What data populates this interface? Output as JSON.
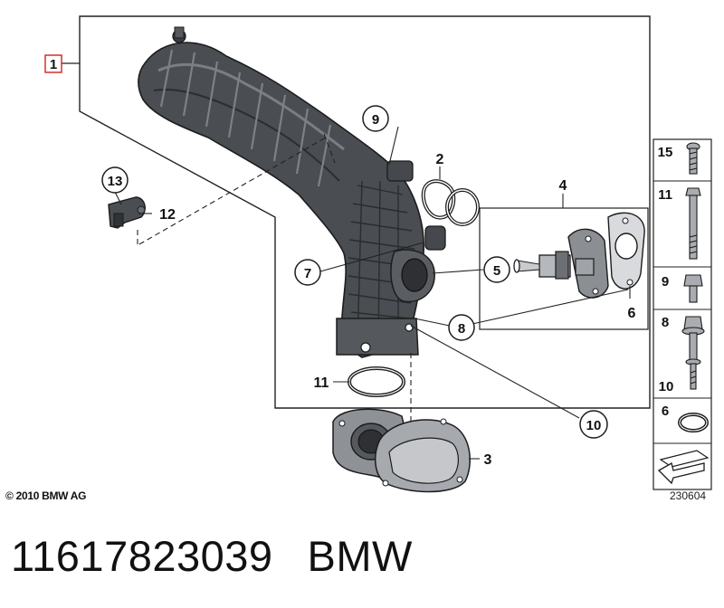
{
  "diagram": {
    "main_label": "1",
    "callouts": {
      "c2": "2",
      "c3": "3",
      "c4": "4",
      "c5": "5",
      "c6": "6",
      "c7": "7",
      "c8": "8",
      "c9": "9",
      "c10": "10",
      "c11": "11",
      "c12": "12",
      "c13": "13"
    },
    "side_panel": [
      {
        "label": "15",
        "part": "screw"
      },
      {
        "label": "11",
        "part": "bolt"
      },
      {
        "label": "9",
        "part": "hex-bolt"
      },
      {
        "label": "8",
        "part": "flange-bolt"
      },
      {
        "label": "10",
        "part": "flange-bolt"
      },
      {
        "label": "6",
        "part": "o-ring"
      }
    ]
  },
  "copyright": "© 2010 BMW AG",
  "reference_number": "230604",
  "part_number": "11617823039",
  "brand": "BMW"
}
